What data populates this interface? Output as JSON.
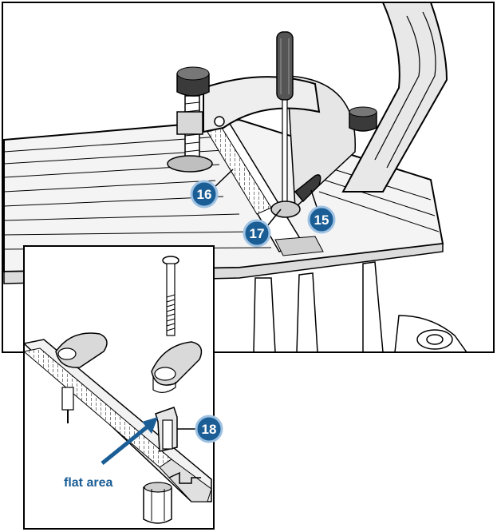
{
  "callouts": {
    "c15": "15",
    "c16": "16",
    "c17": "17",
    "c18": "18"
  },
  "inset": {
    "label": "flat area"
  },
  "colors": {
    "callout_fill": "#1b5e95",
    "callout_ring": "#9fc2e3",
    "line": "#000000",
    "background": "#ffffff"
  }
}
